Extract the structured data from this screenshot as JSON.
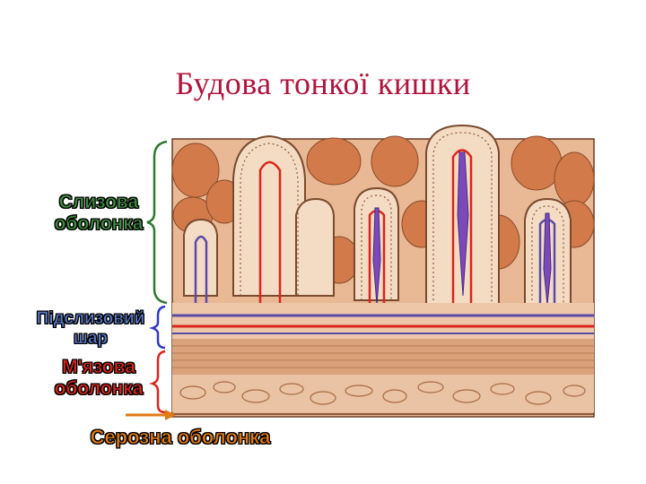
{
  "title": "Будова тонкої кишки",
  "labels": {
    "mucosa": {
      "line1": "Слизова",
      "line2": "оболонка",
      "color": "#3f8a3f"
    },
    "submucosa": {
      "line1": "Підслизовий",
      "line2": "шар",
      "color": "#5a78c8"
    },
    "muscle": {
      "line1": "М'язова",
      "line2": "оболонка",
      "color": "#d9261c"
    },
    "serosa": {
      "text": "Серозна оболонка",
      "color": "#e07a12"
    }
  },
  "colors": {
    "tissue_bg": "#e9b894",
    "crypt_fill": "#d27a4a",
    "villus_fill": "#f4dcc4",
    "artery": "#d9261c",
    "vein": "#5a4aa8",
    "lacteal": "#7a4ab8",
    "bracket_green": "#2f7a2f",
    "bracket_blue": "#2f3ac8",
    "bracket_red": "#d9261c",
    "arrow_orange": "#e07a12",
    "muscle_layer": "#d9a27a",
    "outer_muscle": "#e9c3a4"
  }
}
